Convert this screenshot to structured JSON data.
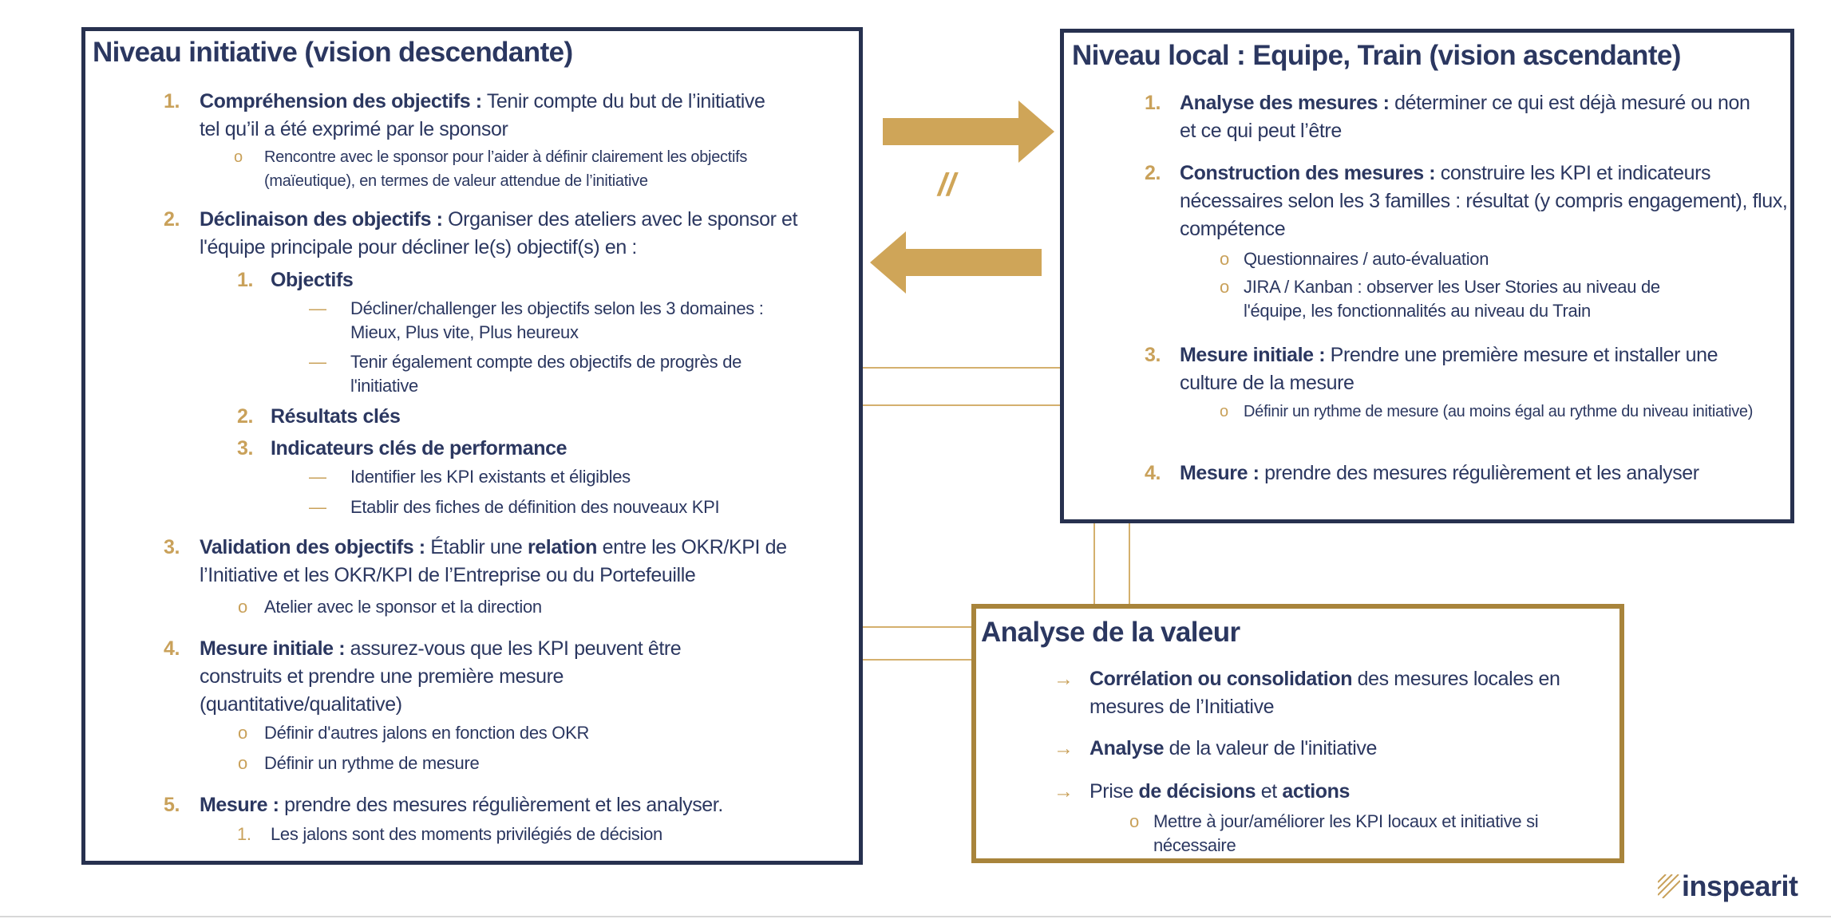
{
  "initiative": {
    "title": "Niveau initiative (vision descendante)",
    "items": [
      {
        "num": "1.",
        "bold": "Compréhension des objectifs :",
        "text": " Tenir compte du but de l’initiative tel qu’il a été exprimé par le sponsor",
        "subs": [
          "Rencontre avec le sponsor pour l’aider à définir clairement les objectifs (maïeutique), en termes de valeur attendue de l’initiative"
        ]
      },
      {
        "num": "2.",
        "bold": "Déclinaison des objectifs :",
        "text": " Organiser des ateliers avec le sponsor et l'équipe principale pour décliner le(s) objectif(s) en :",
        "subitems": [
          {
            "num": "1.",
            "label": "Objectifs",
            "dashes": [
              "Décliner/challenger les objectifs selon les 3 domaines : Mieux, Plus vite, Plus heureux",
              "Tenir également compte des objectifs de progrès de l'initiative"
            ]
          },
          {
            "num": "2.",
            "label": "Résultats clés"
          },
          {
            "num": "3.",
            "label": "Indicateurs clés de performance",
            "dashes": [
              "Identifier les KPI existants et éligibles",
              "Etablir des fiches de définition des nouveaux KPI"
            ]
          }
        ]
      },
      {
        "num": "3.",
        "bold": "Validation des objectifs :",
        "text_a": " Établir une ",
        "bold_b": "relation",
        "text_b": " entre les OKR/KPI de l’Initiative et les OKR/KPI de l’Entreprise ou du Portefeuille",
        "subs": [
          "Atelier avec le sponsor et la direction"
        ]
      },
      {
        "num": "4.",
        "bold": "Mesure initiale :",
        "text": " assurez-vous que les KPI peuvent être construits et prendre une première mesure (quantitative/qualitative)",
        "subs": [
          "Définir d'autres jalons en fonction des OKR",
          "Définir un rythme de mesure"
        ]
      },
      {
        "num": "5.",
        "bold": "Mesure :",
        "text": " prendre des mesures régulièrement et les analyser.",
        "subnum": "1.",
        "subtext": "Les jalons sont des moments privilégiés de décision"
      }
    ]
  },
  "separator": "//",
  "local": {
    "title": "Niveau local : Equipe, Train (vision ascendante)",
    "items": [
      {
        "num": "1.",
        "bold": "Analyse des mesures :",
        "text": " déterminer ce qui est déjà mesuré ou non et ce qui peut l’être"
      },
      {
        "num": "2.",
        "bold": "Construction des mesures :",
        "text": " construire les KPI et indicateurs nécessaires selon les 3 familles : résultat (y compris engagement), flux, compétence",
        "subs": [
          "Questionnaires / auto-évaluation",
          "JIRA / Kanban : observer les User Stories au niveau de l'équipe, les fonctionnalités au niveau du Train"
        ]
      },
      {
        "num": "3.",
        "bold": "Mesure initiale :",
        "text": " Prendre une première mesure et installer une culture de la mesure",
        "subs": [
          "Définir un rythme de mesure (au moins égal au rythme du niveau initiative)"
        ]
      },
      {
        "num": "4.",
        "bold": "Mesure :",
        "text": " prendre des mesures régulièrement et les analyser"
      }
    ]
  },
  "analyse": {
    "title": "Analyse de la valeur",
    "items": [
      {
        "bold": "Corrélation ou consolidation",
        "text": " des mesures locales en mesures de l’Initiative"
      },
      {
        "bold": "Analyse",
        "text": " de la valeur de l'initiative"
      },
      {
        "text_a": "Prise ",
        "bold_a": "de décisions",
        "text_b": " et ",
        "bold_b": "actions",
        "subs": [
          "Mettre à jour/améliorer les KPI locaux et initiative si nécessaire"
        ]
      }
    ]
  },
  "logo": "inspearit",
  "colors": {
    "navy": "#2b3760",
    "gold": "#c9a15a",
    "border_gold": "#a8843b"
  }
}
